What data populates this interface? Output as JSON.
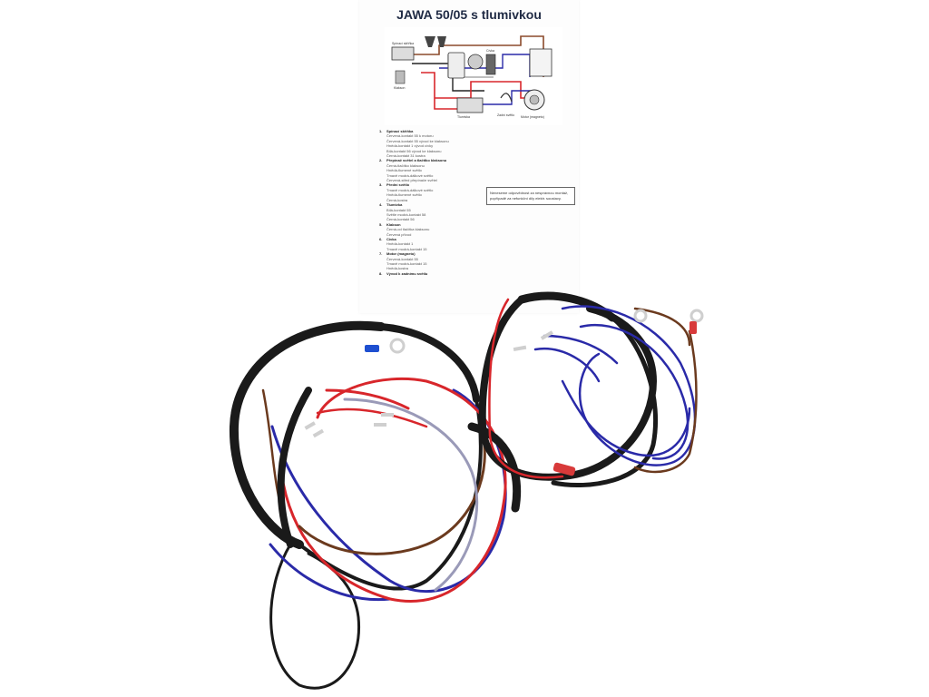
{
  "sheet": {
    "title": "JAWA 50/05 s tlumivkou",
    "diagram_labels": {
      "switch_box": "Spínací skříňka",
      "horn": "Klakson",
      "choke": "Tlumivka",
      "coil": "Cívka",
      "rear_light": "Zadní světlo",
      "motor": "Motor (magneto)"
    },
    "sections": [
      {
        "num": "1.",
        "head": "Spínací skříňka",
        "lines": [
          "Červená-kontakt 55 k motoru",
          "Červená-kontakt 55 vývod ke klaksonu",
          "Hnědá-kontakt 1 vývod cívky",
          "Bílá-kontakt 56 vývod ke klaksonu",
          "Černá-kontakt 31 kostra"
        ]
      },
      {
        "num": "2.",
        "head": "Přepínač světel a tlačítko klaksonu",
        "lines": [
          "Černá-tlačítko klaksonu",
          "Hnědá-tlumené světlo",
          "Tmavě modrá-dálkové světlo",
          "Červená-střed přepínače světel"
        ]
      },
      {
        "num": "3.",
        "head": "Přední světlo",
        "lines": [
          "Tmavě modrá-dálkové světlo",
          "Hnědá-tlumené světlo",
          "Černá-kostra"
        ]
      },
      {
        "num": "4.",
        "head": "Tlumivka",
        "lines": [
          "Bílá-kontakt 55",
          "Světle modrá-kontakt 58",
          "Černá-kontakt 56"
        ]
      },
      {
        "num": "5.",
        "head": "Klakson",
        "lines": [
          "Černá-od tlačítka klaksonu",
          "Červená přívod"
        ]
      },
      {
        "num": "6.",
        "head": "Cívka",
        "lines": [
          "Hnědá-kontakt 1",
          "Tmavě modrá-kontakt 15"
        ]
      },
      {
        "num": "7.",
        "head": "Motor (magneto)",
        "lines": [
          "Červená-kontakt 55",
          "Tmavě modrá-kontakt 15",
          "Hnědá-kostra"
        ]
      },
      {
        "num": "8.",
        "head": "Vývod k zadnímu světlu",
        "lines": []
      }
    ],
    "note": "Nenesemе odpovědnost za nesprávnou montáž, popřípadě za nefunkční díly elektr. soustavy."
  },
  "colors": {
    "wire_black": "#1a1a1a",
    "wire_red": "#d8262b",
    "wire_blue": "#2a2aa8",
    "wire_brown": "#6b3a1e",
    "wire_grey": "#9a9ab8",
    "wire_white": "#eeeeee",
    "terminal_blue": "#1e4fd0",
    "terminal_red": "#d83a3a"
  }
}
